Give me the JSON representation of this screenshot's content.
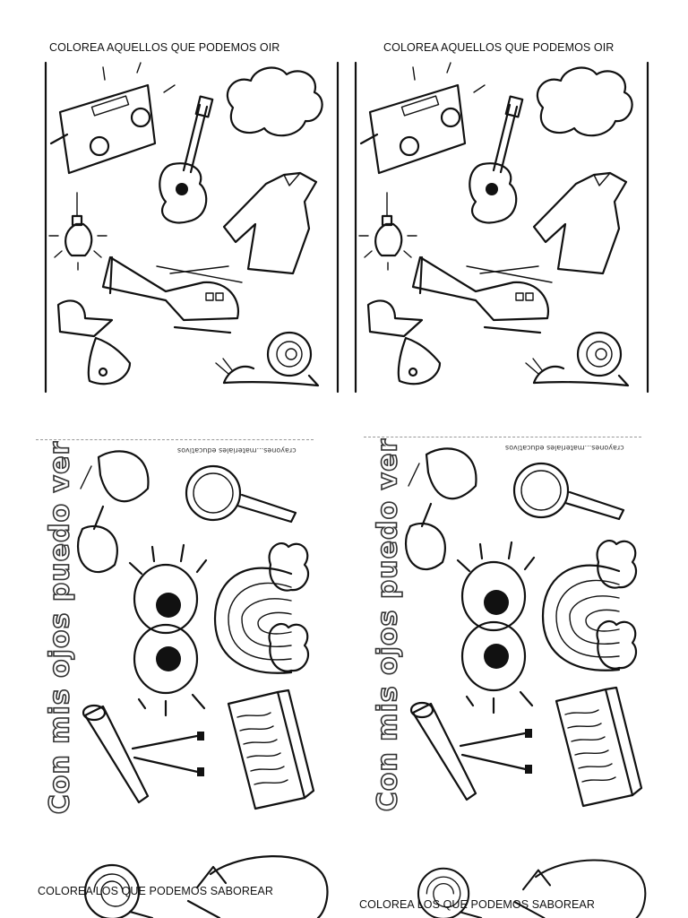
{
  "sheets": {
    "hear_heading": "COLOREA AQUELLOS QUE PODEMOS OIR",
    "see_title": "Con mis ojos puedo ver",
    "see_credit": "crayones...materiales educativos",
    "taste_heading": "COLOREA LOS QUE PODEMOS SABOREAR"
  }
}
